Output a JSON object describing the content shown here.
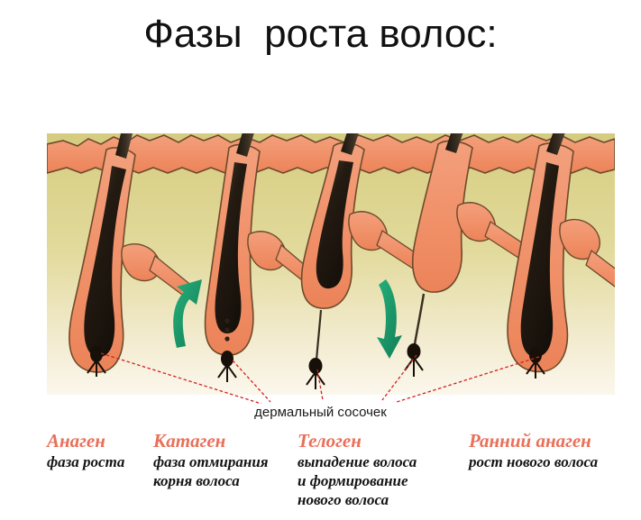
{
  "title": "Фазы  роста волос:",
  "papilla_label": "дермальный сосочек",
  "colors": {
    "title_text": "#111111",
    "phase_heading": "#E8705A",
    "phase_subtext": "#141414",
    "epidermis": "#F09068",
    "epidermis_outline": "#6E4A2A",
    "dermis_top": "#D8CE86",
    "dermis_bottom": "#F6EFD9",
    "hair_shaft": "#241C14",
    "arrow_green": "#1E9E6E",
    "leader_line_red": "#D32020",
    "background": "#FFFFFF"
  },
  "phases": [
    {
      "id": "anagen",
      "heading": "Анаген",
      "subtext": "фаза роста"
    },
    {
      "id": "catagen",
      "heading": "Катаген",
      "subtext": "фаза отмирания\nкорня волоса"
    },
    {
      "id": "telogen",
      "heading": "Телоген",
      "subtext": "выпадение волоса\nи формирование\nнового волоса"
    },
    {
      "id": "early-anagen",
      "heading": "Ранний анаген",
      "subtext": "рост нового волоса"
    }
  ],
  "illustration": {
    "type": "hair-growth-cycle-cross-section",
    "follicle_count": 5,
    "papilla_count": 5,
    "arrows": [
      {
        "id": "arrow-up",
        "direction": "up"
      },
      {
        "id": "arrow-down",
        "direction": "down"
      }
    ]
  }
}
